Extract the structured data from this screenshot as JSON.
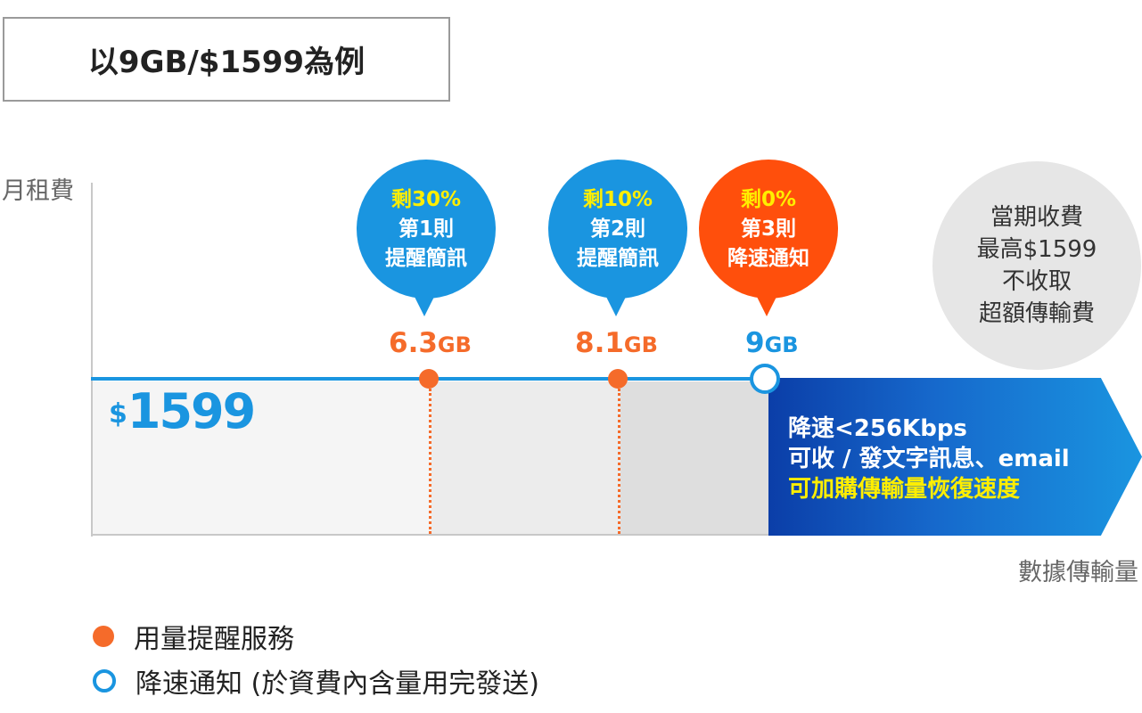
{
  "title": "以9GB/$1599為例",
  "y_axis_label": "月租費",
  "x_axis_label": "數據傳輸量",
  "price": {
    "currency": "$",
    "amount": "1599"
  },
  "markers": [
    {
      "gb_value": "6.3",
      "gb_unit": "GB",
      "remaining": "剩30%",
      "notice": "第1則",
      "action": "提醒簡訊",
      "color": "#f56b2a"
    },
    {
      "gb_value": "8.1",
      "gb_unit": "GB",
      "remaining": "剩10%",
      "notice": "第2則",
      "action": "提醒簡訊",
      "color": "#f56b2a"
    },
    {
      "gb_value": "9",
      "gb_unit": "GB",
      "remaining": "剩0%",
      "notice": "第3則",
      "action": "降速通知",
      "color": "#1a95e0"
    }
  ],
  "cap_info": {
    "line1": "當期收費",
    "line2": "最高$1599",
    "line3": "不收取",
    "line4": "超額傳輸費"
  },
  "speed_limit": {
    "line1": "降速<256Kbps",
    "line2": "可收 / 發文字訊息、email",
    "line3": "可加購傳輸量恢復速度"
  },
  "legend": [
    {
      "label": "用量提醒服務",
      "marker": "filled-orange-dot"
    },
    {
      "label": "降速通知 (於資費內含量用完發送)",
      "marker": "hollow-blue-ring"
    }
  ],
  "colors": {
    "accent_blue": "#1a95e0",
    "accent_orange": "#f56b2a",
    "alert_orange": "#ff4f0c",
    "highlight_yellow": "#ffee00"
  }
}
